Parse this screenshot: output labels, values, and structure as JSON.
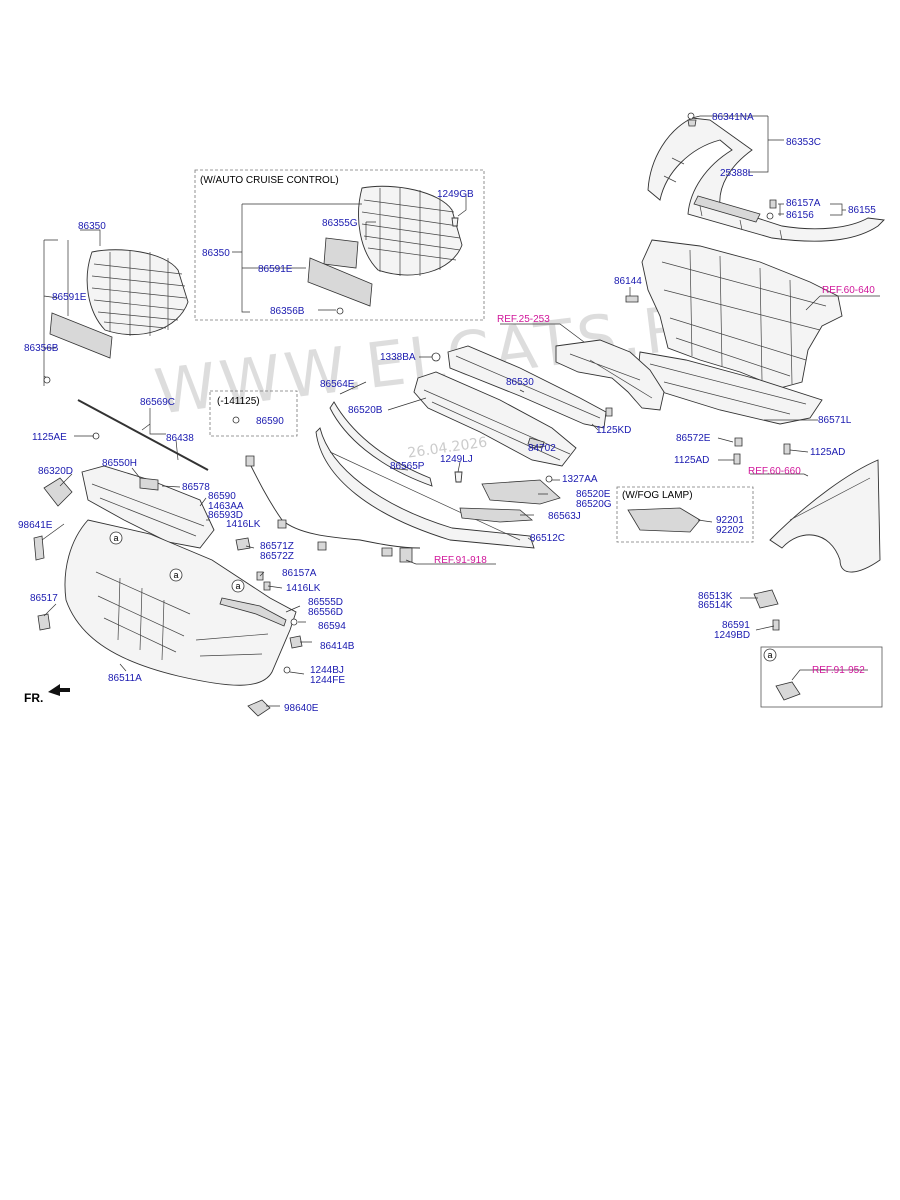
{
  "watermark": {
    "site": "WWW.ELCATS.RU",
    "date": "26.04.2026"
  },
  "orientation": {
    "label": "FR."
  },
  "box_titles": {
    "auto_cruise": "(W/AUTO CRUISE CONTROL)",
    "fog_lamp": "(W/FOG LAMP)",
    "date_range": "(-141125)",
    "detail_a": "a"
  },
  "callout_letter": "a",
  "refs": {
    "r25_253": "REF.25-253",
    "r60_640": "REF.60-640",
    "r60_660": "REF.60-660",
    "r91_918": "REF.91-918",
    "r91_952": "REF.91-952"
  },
  "parts": {
    "p86341NA": "86341NA",
    "p86353C": "86353C",
    "p25388L": "25388L",
    "p86157A_top": "86157A",
    "p86156": "86156",
    "p86155": "86155",
    "p86144": "86144",
    "p86350_left": "86350",
    "p86591E_left": "86591E",
    "p86356B_left": "86356B",
    "p1249GB": "1249GB",
    "p86355G": "86355G",
    "p86350_box": "86350",
    "p86591E_box": "86591E",
    "p86356B_box": "86356B",
    "p1338BA": "1338BA",
    "p86530": "86530",
    "p86564E": "86564E",
    "p86520B": "86520B",
    "p1125KD": "1125KD",
    "p84702": "84702",
    "p86571L": "86571L",
    "p86572E": "86572E",
    "p1125AD_mid": "1125AD",
    "p1125AD_right": "1125AD",
    "p86569C": "86569C",
    "p86590_box": "86590",
    "p1125AE": "1125AE",
    "p86438": "86438",
    "p86565P": "86565P",
    "p1249LJ": "1249LJ",
    "p1327AA": "1327AA",
    "p86520E": "86520E",
    "p86520G": "86520G",
    "p86563J": "86563J",
    "p86512C": "86512C",
    "p86320D": "86320D",
    "p86550H": "86550H",
    "p86578": "86578",
    "p86590": "86590",
    "p1463AA": "1463AA",
    "p86593D": "86593D",
    "p1416LK_a": "1416LK",
    "p98641E": "98641E",
    "p86571Z": "86571Z",
    "p86572Z": "86572Z",
    "p86157A_mid": "86157A",
    "p1416LK_b": "1416LK",
    "p86555D": "86555D",
    "p86556D": "86556D",
    "p86594": "86594",
    "p86414B": "86414B",
    "p86517": "86517",
    "p1244BJ": "1244BJ",
    "p1244FE": "1244FE",
    "p86511A": "86511A",
    "p98640E": "98640E",
    "p92201": "92201",
    "p92202": "92202",
    "p86513K": "86513K",
    "p86514K": "86514K",
    "p86591_right": "86591",
    "p1249BD": "1249BD"
  },
  "colors": {
    "part_number": "#1a1ab0",
    "reference": "#d0169a",
    "line": "#333333"
  }
}
